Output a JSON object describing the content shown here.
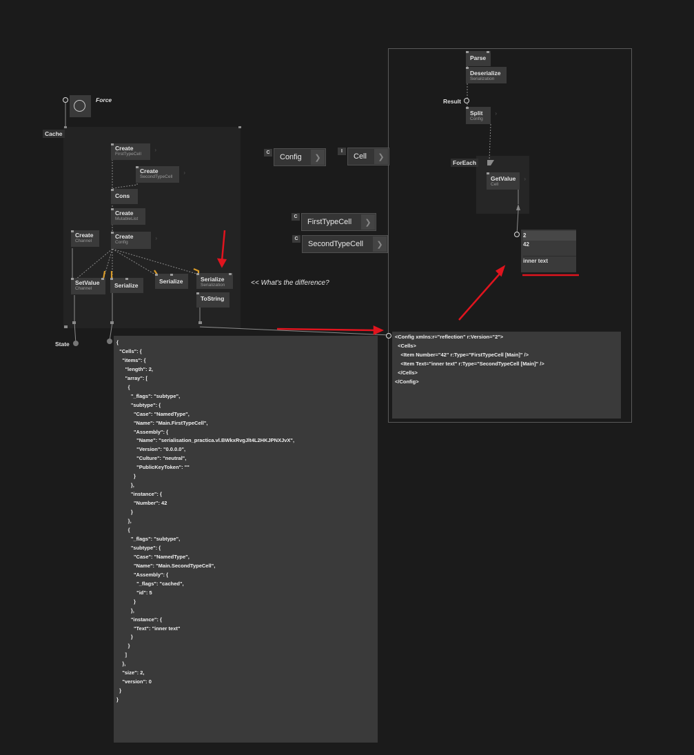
{
  "colors": {
    "background": "#1b1b1b",
    "region": "#232323",
    "node": "#3a3a3a",
    "annotation_red": "#e0141e",
    "orange_link": "#d89a28"
  },
  "labels": {
    "force": "Force",
    "cache": "Cache",
    "state": "State",
    "result": "Result",
    "foreach": "ForEach",
    "question": "<< What's the difference?"
  },
  "nodes": {
    "create_first": {
      "name": "Create",
      "category": "FirstTypeCell"
    },
    "create_second": {
      "name": "Create",
      "category": "SecondTypeCell"
    },
    "cons": {
      "name": "Cons"
    },
    "create_list": {
      "name": "Create",
      "category": "MutableList"
    },
    "create_config": {
      "name": "Create",
      "category": "Config"
    },
    "create_channel": {
      "name": "Create",
      "category": "Channel"
    },
    "setvalue": {
      "name": "SetValue",
      "category": "Channel"
    },
    "serialize1": {
      "name": "Serialize"
    },
    "serialize2": {
      "name": "Serialize"
    },
    "serialize3": {
      "name": "Serialize",
      "category": "Serialization"
    },
    "tostring": {
      "name": "ToString"
    },
    "parse": {
      "name": "Parse"
    },
    "deserialize": {
      "name": "Deserialize",
      "category": "Serialization"
    },
    "split": {
      "name": "Split",
      "category": "Config"
    },
    "getvalue": {
      "name": "GetValue",
      "category": "Cell"
    }
  },
  "types": {
    "config": {
      "tag": "C",
      "name": "Config"
    },
    "cell": {
      "tag": "I",
      "name": "Cell"
    },
    "first": {
      "tag": "C",
      "name": "FirstTypeCell"
    },
    "second": {
      "tag": "C",
      "name": "SecondTypeCell"
    }
  },
  "output_list": {
    "count": "2",
    "items": [
      "42",
      "inner text"
    ]
  },
  "json_text": "{\n  \"Cells\": {\n    \"items\": {\n      \"length\": 2,\n      \"array\": [\n        {\n          \"_flags\": \"subtype\",\n          \"subtype\": {\n            \"Case\": \"NamedType\",\n            \"Name\": \"Main.FirstTypeCell\",\n            \"Assembly\": {\n              \"Name\": \"serialisation_practica.vl.BWkxRvgJlt4L2HKJPNXJvX\",\n              \"Version\": \"0.0.0.0\",\n              \"Culture\": \"neutral\",\n              \"PublicKeyToken\": \"\"\n            }\n          },\n          \"instance\": {\n            \"Number\": 42\n          }\n        },\n        {\n          \"_flags\": \"subtype\",\n          \"subtype\": {\n            \"Case\": \"NamedType\",\n            \"Name\": \"Main.SecondTypeCell\",\n            \"Assembly\": {\n              \"_flags\": \"cached\",\n              \"id\": 5\n            }\n          },\n          \"instance\": {\n            \"Text\": \"inner text\"\n          }\n        }\n      ]\n    },\n    \"size\": 2,\n    \"version\": 0\n  }\n}",
  "xml_text": "<Config xmlns:r=\"reflection\" r:Version=\"2\">\n  <Cells>\n    <Item Number=\"42\" r:Type=\"FirstTypeCell [Main]\" />\n    <Item Text=\"inner text\" r:Type=\"SecondTypeCell [Main]\" />\n  </Cells>\n</Config>"
}
